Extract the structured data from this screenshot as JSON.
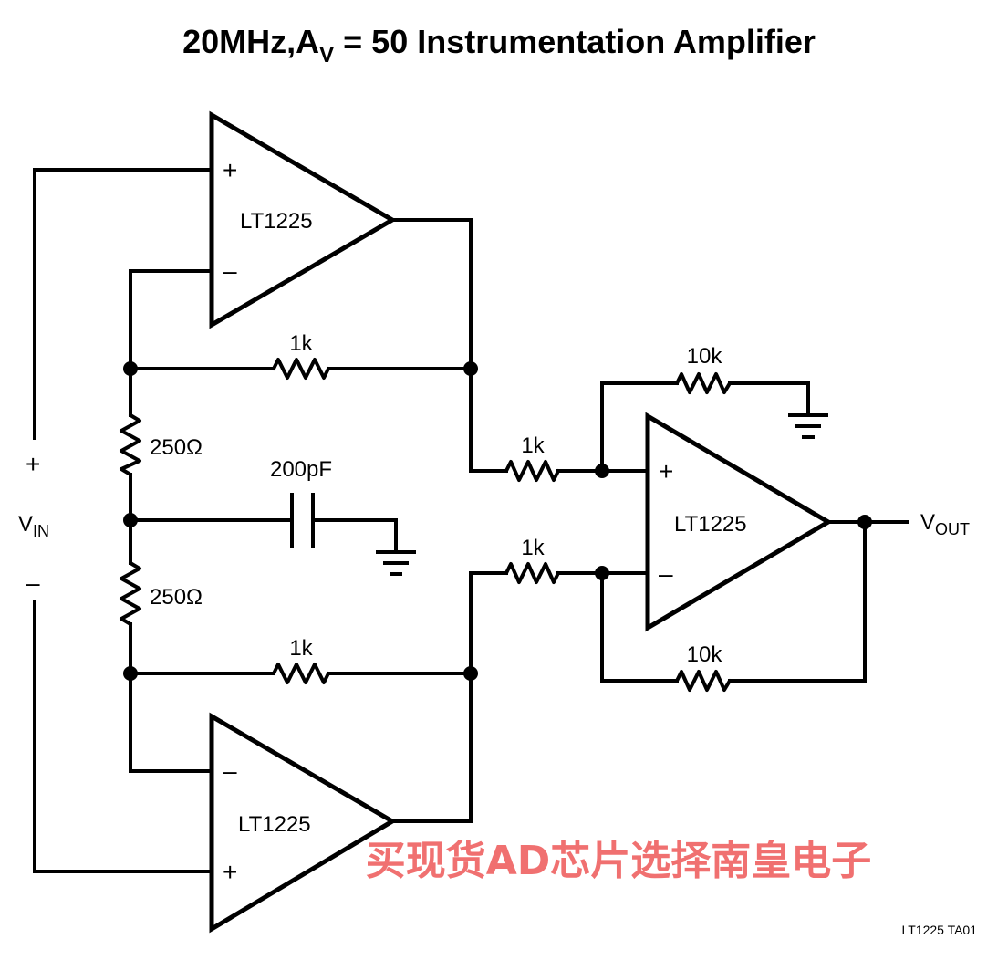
{
  "title": {
    "main": "20MHz,A",
    "sub": "V",
    "rest": " = 50 Instrumentation Amplifier"
  },
  "amplifiers": {
    "top": "LT1225",
    "right": "LT1225",
    "bottom": "LT1225"
  },
  "components": {
    "r_feedback_top": "1k",
    "r_feedback_bottom": "1k",
    "r_gain_top": "250Ω",
    "r_gain_bottom": "250Ω",
    "capacitor": "200pF",
    "r_in_top": "1k",
    "r_in_bottom": "1k",
    "r_ground": "10k",
    "r_feedback_out": "10k"
  },
  "pins": {
    "plus": "+",
    "minus": "–"
  },
  "terminals": {
    "vin_plus": "+",
    "vin_minus": "–",
    "vin_main": "V",
    "vin_sub": "IN",
    "vout_main": "V",
    "vout_sub": "OUT"
  },
  "figure_id": "LT1225 TA01",
  "watermark": "买现货AD芯片选择南皇电子"
}
